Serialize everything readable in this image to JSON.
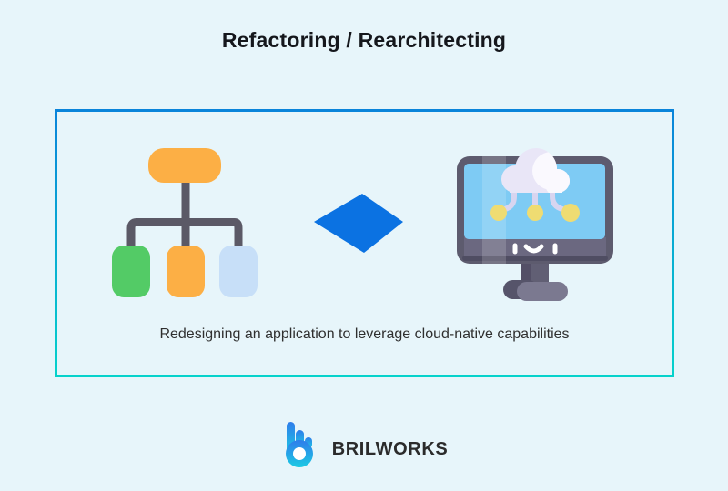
{
  "header": {
    "title": "Refactoring / Rearchitecting"
  },
  "panel": {
    "caption": "Redesigning an application to leverage cloud-native capabilities"
  },
  "footer": {
    "brand_name": "BRILWORKS"
  },
  "icons": {
    "left": "monolith-structure-icon",
    "middle": "transformation-arrow-icon",
    "right": "cloud-native-computer-icon",
    "logo": "brilworks-logo-icon"
  },
  "colors": {
    "background": "#E7F5FA",
    "title_text": "#15171C",
    "caption_text": "#2F2F2F",
    "border_gradient_top": "#0A84DA",
    "border_gradient_bottom": "#06D2CB",
    "arrow_blue": "#0B72E2",
    "node_orange": "#FCAF45",
    "node_green": "#53CB66",
    "node_lightblue": "#C7DFF8",
    "connector_gray": "#5B5966",
    "monitor_frame": "#5D5B6E",
    "monitor_screen": "#7ECBF4",
    "cloud_lavender": "#E9E6F7",
    "cloud_white": "#FAF9FE",
    "cable_lavender": "#D8D5F0",
    "dot_yellow": "#EFDC72",
    "logo_gradient_top": "#2F7DEB",
    "logo_gradient_bottom": "#1CCBE3",
    "brand_text": "#2B2B2B"
  }
}
